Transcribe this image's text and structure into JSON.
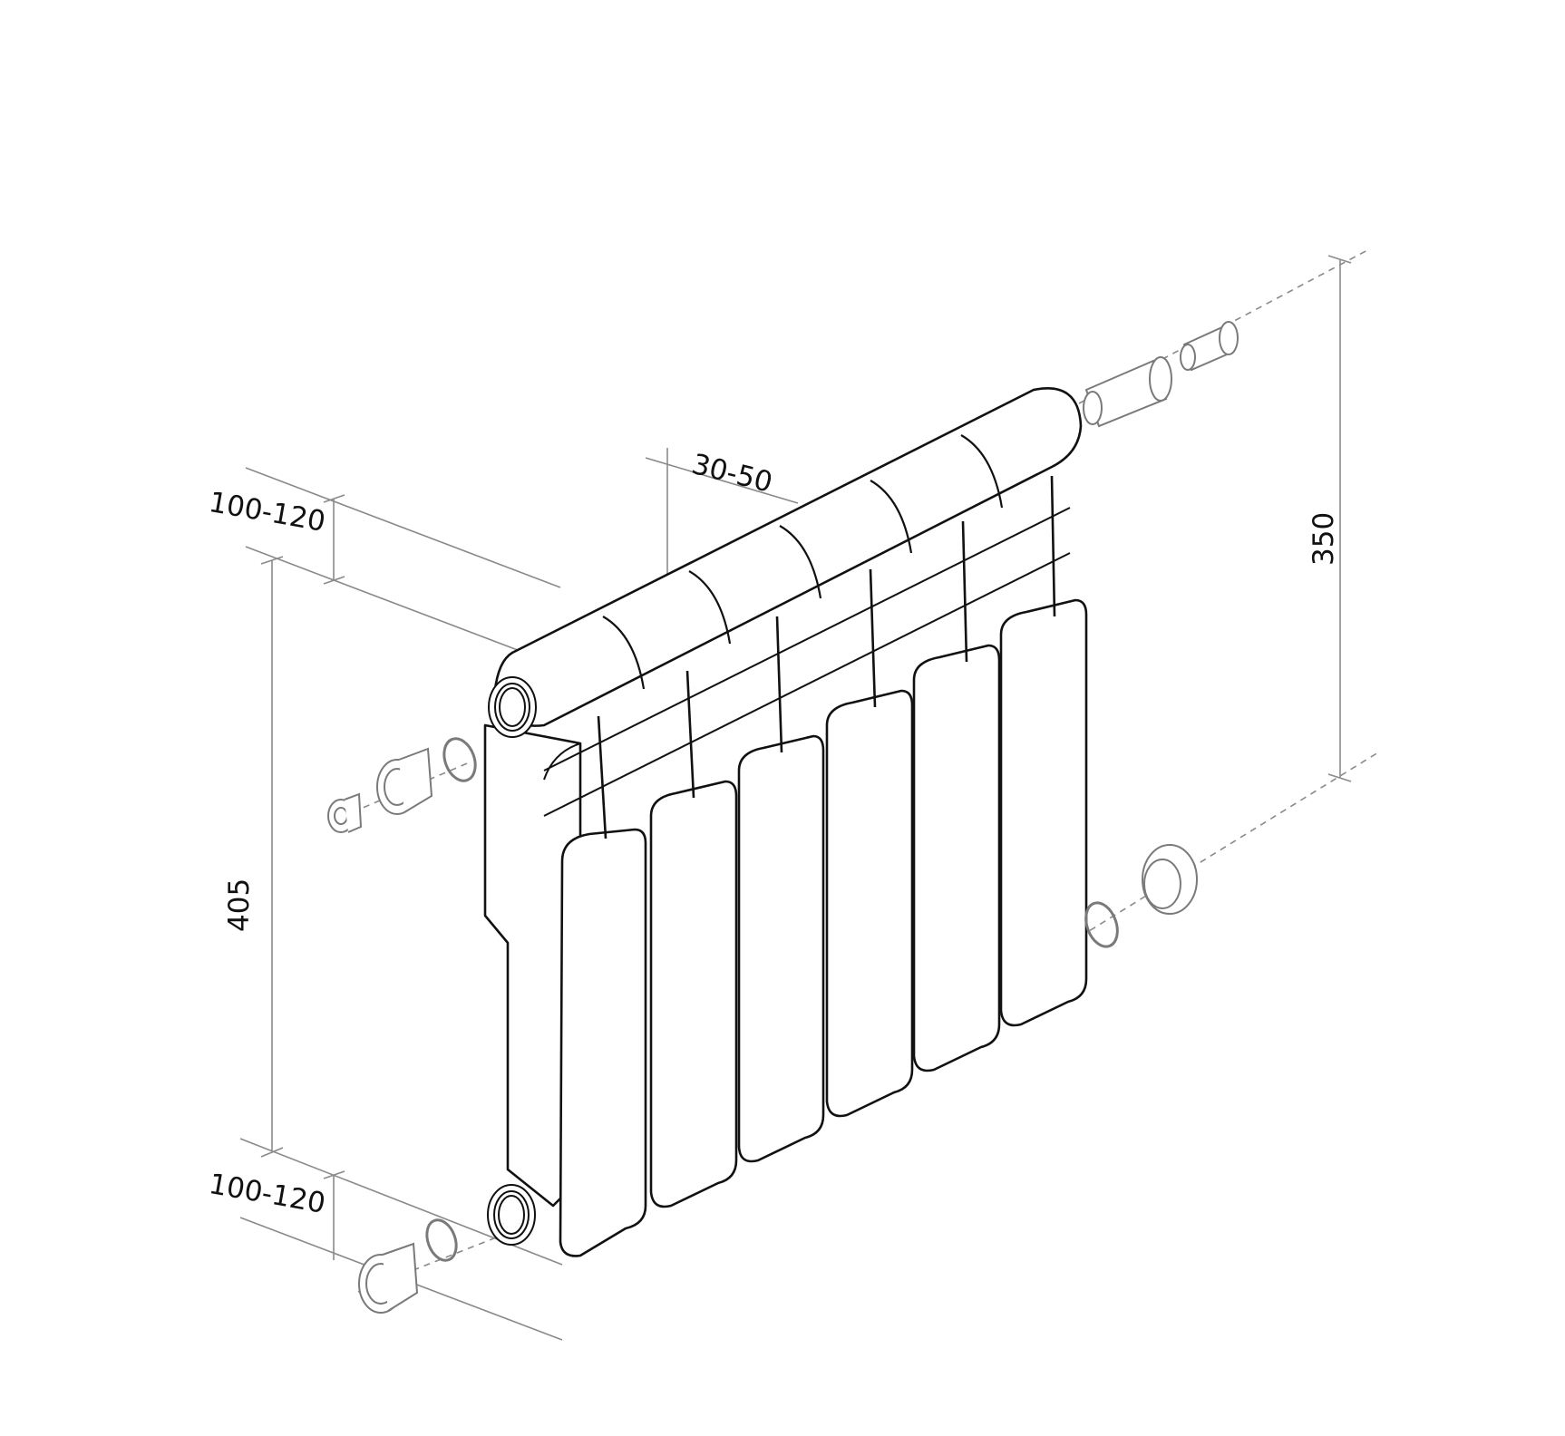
{
  "drawing": {
    "type": "isometric exploded technical drawing",
    "subject": "sectional bimetal radiator, 6 sections, with connection fittings",
    "sections_count": 6,
    "background": "#ffffff",
    "line_color": "#111111",
    "dimension_color": "#8a8a8a",
    "fitting_color": "#7a7a7a"
  },
  "dimensions": {
    "top_depth": "100-120",
    "bottom_depth": "100-120",
    "section_spacing": "30-50",
    "overall_height": "405",
    "center_distance": "350"
  },
  "parts": [
    {
      "name": "air-vent-plug",
      "position": "left-top"
    },
    {
      "name": "reducer-plug-top-left",
      "position": "left-top"
    },
    {
      "name": "gasket-top-left",
      "position": "left-top"
    },
    {
      "name": "reducer-plug-bottom-left",
      "position": "left-bottom"
    },
    {
      "name": "gasket-bottom-left",
      "position": "left-bottom"
    },
    {
      "name": "extension-nipple-top-right",
      "position": "right-top"
    },
    {
      "name": "adapter-top-right",
      "position": "right-top"
    },
    {
      "name": "reducer-bottom-right",
      "position": "right-bottom"
    },
    {
      "name": "gasket-bottom-right",
      "position": "right-bottom"
    }
  ]
}
